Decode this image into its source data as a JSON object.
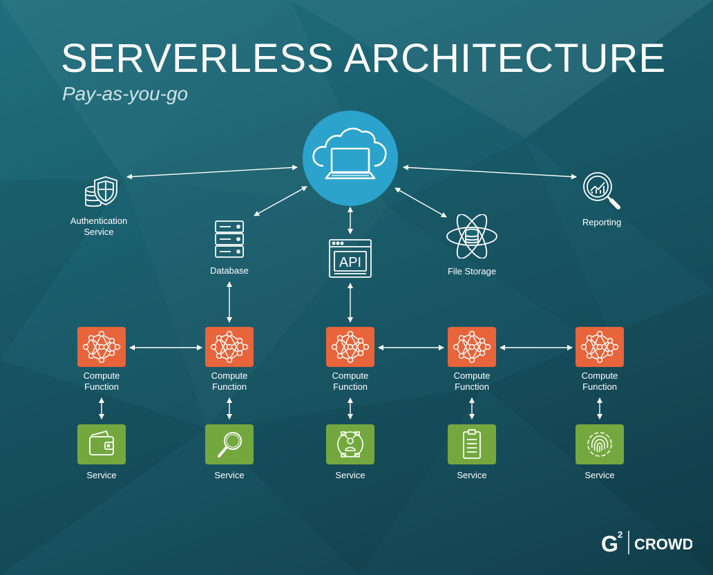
{
  "header": {
    "title": "SERVERLESS ARCHITECTURE",
    "subtitle": "Pay-as-you-go"
  },
  "nodes": {
    "cloud": {
      "icon": "cloud-laptop-icon"
    },
    "auth": {
      "label_line1": "Authentication",
      "label_line2": "Service",
      "icon": "shield-database-icon"
    },
    "reporting": {
      "label": "Reporting",
      "icon": "magnifier-chart-icon"
    },
    "database": {
      "label": "Database",
      "icon": "server-rack-icon"
    },
    "api": {
      "label": "API",
      "icon": "api-window-icon"
    },
    "file_storage": {
      "label": "File Storage",
      "icon": "atom-storage-icon"
    }
  },
  "compute_functions": [
    {
      "label_line1": "Compute",
      "label_line2": "Function",
      "icon": "neural-network-icon"
    },
    {
      "label_line1": "Compute",
      "label_line2": "Function",
      "icon": "neural-network-icon"
    },
    {
      "label_line1": "Compute",
      "label_line2": "Function",
      "icon": "neural-network-icon"
    },
    {
      "label_line1": "Compute",
      "label_line2": "Function",
      "icon": "neural-network-icon"
    },
    {
      "label_line1": "Compute",
      "label_line2": "Function",
      "icon": "neural-network-icon"
    }
  ],
  "services": [
    {
      "label": "Service",
      "icon": "wallet-icon"
    },
    {
      "label": "Service",
      "icon": "search-icon"
    },
    {
      "label": "Service",
      "icon": "person-network-icon"
    },
    {
      "label": "Service",
      "icon": "clipboard-icon"
    },
    {
      "label": "Service",
      "icon": "fingerprint-icon"
    }
  ],
  "brand": {
    "mark": "G",
    "superscript": "2",
    "name": "CROWD"
  },
  "colors": {
    "orange_tile": "#e8643a",
    "green_tile": "#74a83f",
    "cloud_circle": "#2ba3cd",
    "background": "#1a5f6e"
  }
}
